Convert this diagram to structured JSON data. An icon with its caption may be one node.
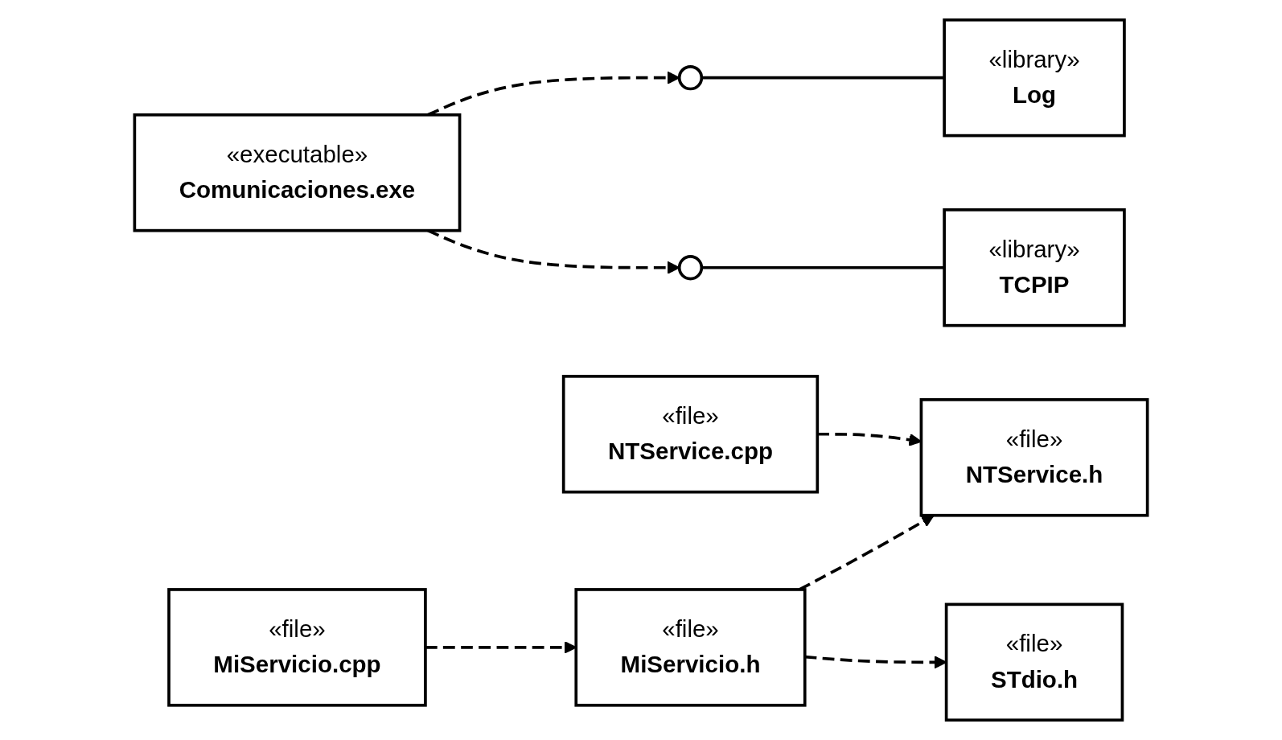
{
  "diagram": {
    "nodes": [
      {
        "text": [
          "«executable»",
          "Comunicaciones.exe"
        ]
      },
      {
        "text": [],
        "shape": "circle"
      },
      {
        "text": [
          "«library»",
          "Log"
        ]
      },
      {
        "text": [],
        "shape": "circle"
      },
      {
        "text": [
          "«library»",
          "TCPIP"
        ]
      },
      {
        "text": [
          "«file»",
          "NTService.h"
        ]
      },
      {
        "text": [
          "«file»",
          "NTService.cpp"
        ]
      },
      {
        "text": [
          "«file»",
          "STdio.h"
        ]
      },
      {
        "text": [
          "«file»",
          "MiServicio.h"
        ]
      },
      {
        "text": [
          "«file»",
          "MiServicio.cpp"
        ]
      }
    ],
    "edges": [
      {
        "from": 0,
        "to": 1,
        "arrow": "to",
        "style": "dashed"
      },
      {
        "from": 1,
        "to": 2,
        "arrow": "none"
      },
      {
        "from": 0,
        "to": 3,
        "arrow": "to",
        "style": "dashed"
      },
      {
        "from": 3,
        "to": 4,
        "arrow": "none"
      },
      {
        "from": 6,
        "to": 5,
        "arrow": "to",
        "style": "dashed"
      },
      {
        "from": 8,
        "to": 5,
        "arrow": "to",
        "style": "dashed"
      },
      {
        "from": 8,
        "to": 7,
        "arrow": "to",
        "style": "dashed"
      },
      {
        "from": 9,
        "to": 8,
        "arrow": "to",
        "style": "dashed"
      }
    ]
  }
}
